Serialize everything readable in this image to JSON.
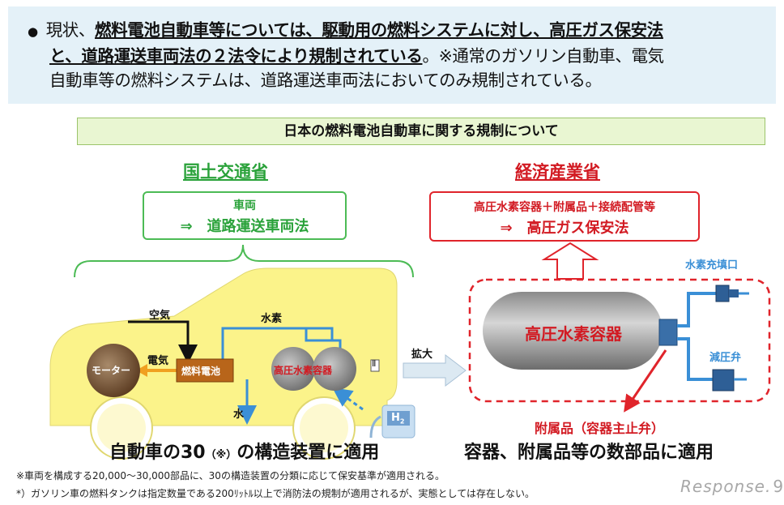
{
  "header": {
    "bullet": "●",
    "line1_a": "現状、",
    "line1_b": "燃料電池自動車等については、駆動用の燃料システムに対し、高圧ガス保安法",
    "line2_a": "と、道路運送車両法の２法令により規制されている",
    "line2_b": "。※通常のガソリン自動車、電気",
    "line3": "自動車等の燃料システムは、道路運送車両法においてのみ規制されている。"
  },
  "title": "日本の燃料電池自動車に関する規制について",
  "left": {
    "ministry": "国土交通省",
    "box_line1": "車両",
    "box_line2": "⇒　道路運送車両法",
    "air": "空気",
    "hydrogen": "水素",
    "electricity": "電気",
    "motor": "モーター",
    "fuel_cell": "燃料電池",
    "tank": "高圧水素容器",
    "water": "水",
    "gauge": "Ⅱ",
    "h2": "H",
    "h2_sub": "2",
    "caption_a": "自動車の30",
    "caption_mark": "（※）",
    "caption_b": "の構造装置に適用"
  },
  "zoom": "拡大",
  "right": {
    "ministry": "経済産業省",
    "box_line1": "高圧水素容器＋附属品＋接続配管等",
    "box_line2": "⇒　高圧ガス保安法",
    "vessel": "高圧水素容器",
    "filling_port": "水素充填口",
    "valve": "減圧弁",
    "accessory": "附属品（容器主止弁）",
    "caption": "容器、附属品等の数部品に適用"
  },
  "footnotes": {
    "note1": "※車両を構成する20,000〜30,000部品に、30の構造装置の分類に応じて保安基準が適用される。",
    "note2": "*）ガソリン車の燃料タンクは指定数量である200ﾘｯﾄﾙ以上で消防法の規制が適用されるが、実態としては存在しない。"
  },
  "watermark": {
    "logo": "Response.",
    "page": "9"
  },
  "colors": {
    "green": "#2aa23a",
    "red": "#d21a22",
    "car_fill": "#fbf38a",
    "blue_pipe": "#3a8fd6",
    "header_bg": "#e4f1f8"
  }
}
